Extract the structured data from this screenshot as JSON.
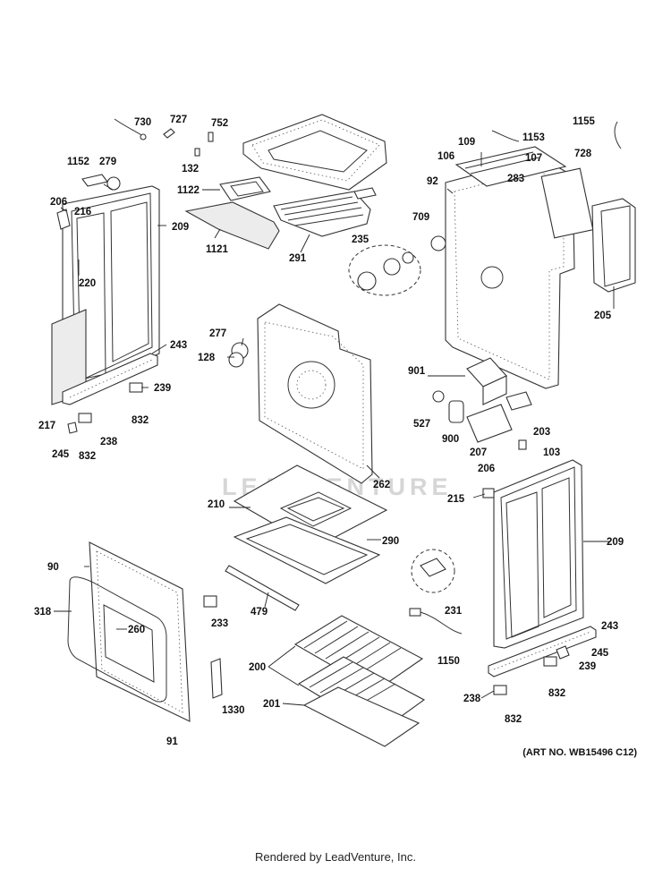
{
  "diagram": {
    "watermark": "LEADVENTURE",
    "art_number": "(ART NO. WB15496 C12)",
    "labels": {
      "l730": "730",
      "l727": "727",
      "l752": "752",
      "l132": "132",
      "l1152": "1152",
      "l279": "279",
      "l206a": "206",
      "l216": "216",
      "l209a": "209",
      "l220": "220",
      "l243a": "243",
      "l239a": "239",
      "l832a": "832",
      "l217": "217",
      "l245a": "245",
      "l832b": "832",
      "l238a": "238",
      "l1122": "1122",
      "l1121": "1121",
      "l291": "291",
      "l235": "235",
      "l277": "277",
      "l128": "128",
      "l262": "262",
      "l1155": "1155",
      "l1153": "1153",
      "l109": "109",
      "l106": "106",
      "l107": "107",
      "l728": "728",
      "l92": "92",
      "l283": "283",
      "l709": "709",
      "l205": "205",
      "l901": "901",
      "l527": "527",
      "l900": "900",
      "l207": "207",
      "l203": "203",
      "l103": "103",
      "l206b": "206",
      "l215": "215",
      "l209b": "209",
      "l210": "210",
      "l290": "290",
      "l479": "479",
      "l90": "90",
      "l318": "318",
      "l260": "260",
      "l233": "233",
      "l1330": "1330",
      "l91": "91",
      "l231": "231",
      "l1150": "1150",
      "l200": "200",
      "l201": "201",
      "l243b": "243",
      "l245b": "245",
      "l239b": "239",
      "l832c": "832",
      "l238b": "238",
      "l832d": "832"
    }
  },
  "footer": {
    "text": "Rendered by LeadVenture, Inc."
  }
}
